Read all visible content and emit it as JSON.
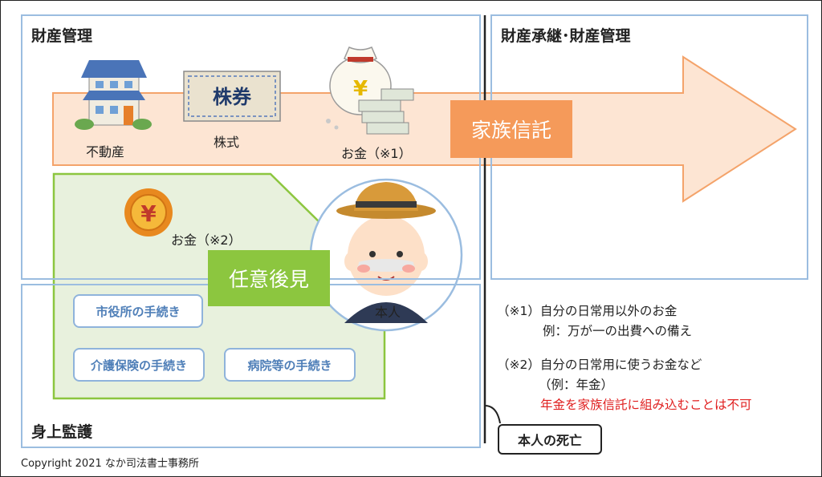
{
  "left_panel_title": "財産管理",
  "right_panel_title": "財産承継･財産管理",
  "bottom_panel_title": "身上監護",
  "assets": {
    "real_estate": "不動産",
    "stocks": "株式",
    "stock_certificate_text": "株券",
    "money1": "お金（※1）"
  },
  "family_trust_label": "家族信託",
  "money2": "お金（※2）",
  "voluntary_guardianship_label": "任意後見",
  "person_label": "本人",
  "yen_symbol": "¥",
  "procedures": [
    "市役所の手続き",
    "介護保険の手続き",
    "病院等の手続き"
  ],
  "death_label": "本人の死亡",
  "notes": {
    "note1_line1": "（※1）自分の日常用以外のお金",
    "note1_line2": "例：万が一の出費への備え",
    "note2_line1": "（※2）自分の日常用に使うお金など",
    "note2_line2": "（例：年金）",
    "note2_warning": "年金を家族信託に組み込むことは不可"
  },
  "copyright": "Copyright 2021 なか司法書士事務所",
  "colors": {
    "panel_border": "#9bbde0",
    "arrow_fill": "#fde5d3",
    "arrow_stroke": "#f4a36a",
    "trust_box": "#f59a5a",
    "guardian_box": "#8cc63f",
    "guardian_area": "#e8f1dd",
    "warning": "#e02020"
  }
}
